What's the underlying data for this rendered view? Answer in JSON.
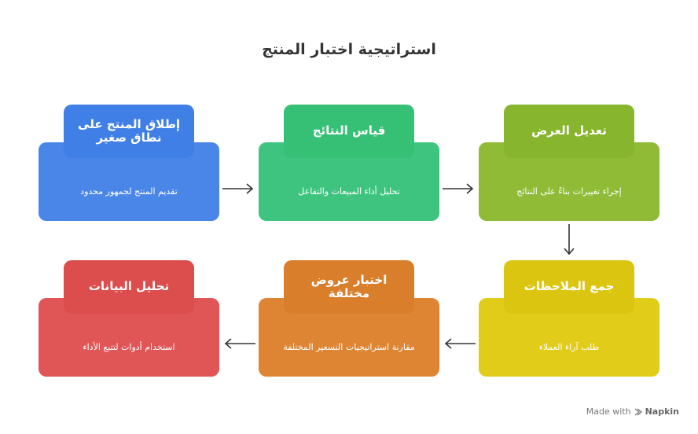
{
  "title": "استراتيجية اختبار المنتج",
  "steps": [
    {
      "heading": "إطلاق المنتج على نطاق صغير",
      "text": "تقديم المنتج لجمهور محدود",
      "color": "#4a86e8",
      "tab_color": "#3f7fe6"
    },
    {
      "heading": "قياس النتائج",
      "text": "تحليل أداء المبيعات والتفاعل",
      "color": "#3ec47f",
      "tab_color": "#36c076"
    },
    {
      "heading": "تعديل العرض",
      "text": "إجراء تغييرات بناءً على النتائج",
      "color": "#8fbb37",
      "tab_color": "#87b52e"
    },
    {
      "heading": "جمع الملاحظات",
      "text": "طلب آراء العملاء",
      "color": "#e2cc1a",
      "tab_color": "#dcc511"
    },
    {
      "heading": "اختبار عروض مختلفة",
      "text": "مقارنة استراتيجيات التسعير المختلفة",
      "color": "#de8533",
      "tab_color": "#d97e2b"
    },
    {
      "heading": "تحليل البيانات",
      "text": "استخدام أدوات لتتبع الأداء",
      "color": "#e05555",
      "tab_color": "#dc4d4d"
    }
  ],
  "footer": {
    "made_with": "Made with",
    "brand": "Napkin"
  }
}
